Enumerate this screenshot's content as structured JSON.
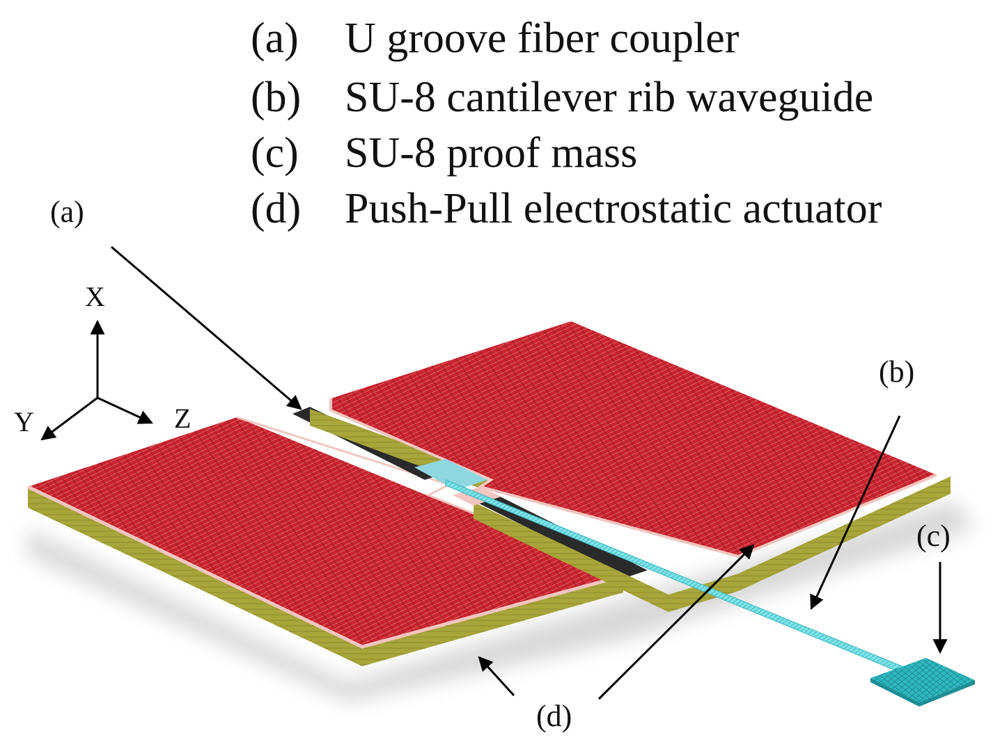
{
  "legend": [
    {
      "letter": "(a)",
      "text": "U groove fiber coupler"
    },
    {
      "letter": "(b)",
      "text": "SU-8 cantilever rib waveguide"
    },
    {
      "letter": "(c)",
      "text": "SU-8 proof mass"
    },
    {
      "letter": "(d)",
      "text": "Push-Pull electrostatic actuator"
    }
  ],
  "callouts": {
    "a": "(a)",
    "b": "(b)",
    "c": "(c)",
    "d": "(d)"
  },
  "axes": {
    "x": "X",
    "y": "Y",
    "z": "Z"
  },
  "colors": {
    "electrode_red": "#c8242f",
    "electrode_edge": "#f2c6c0",
    "substrate_olive": "#a8a53a",
    "groove_dark": "#2a2a2a",
    "waveguide_cyan": "#7fe3e8",
    "proof_mass_teal": "#2fb8c0"
  }
}
